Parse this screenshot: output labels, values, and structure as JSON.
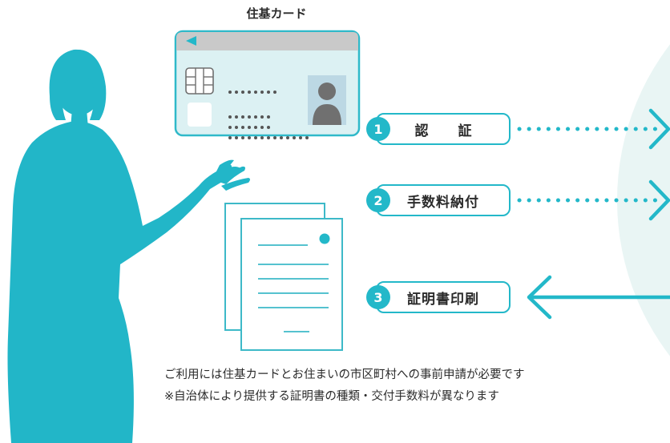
{
  "card_label": "住基カード",
  "steps": [
    {
      "number": "1",
      "label": "認　証"
    },
    {
      "number": "2",
      "label": "手数料納付"
    },
    {
      "number": "3",
      "label": "証明書印刷"
    }
  ],
  "notes": [
    "ご利用には住基カードとお住まいの市区町村への事前申請が必要です",
    "※自治体により提供する証明書の種類・交付手数料が異なります"
  ],
  "colors": {
    "accent": "#23b8c9",
    "silhouette": "#22b6c8",
    "card_body": "#dcf1f3",
    "card_header": "#c9c9c9",
    "pale_circle": "#e9f5f4",
    "text": "#2b2b2b"
  }
}
